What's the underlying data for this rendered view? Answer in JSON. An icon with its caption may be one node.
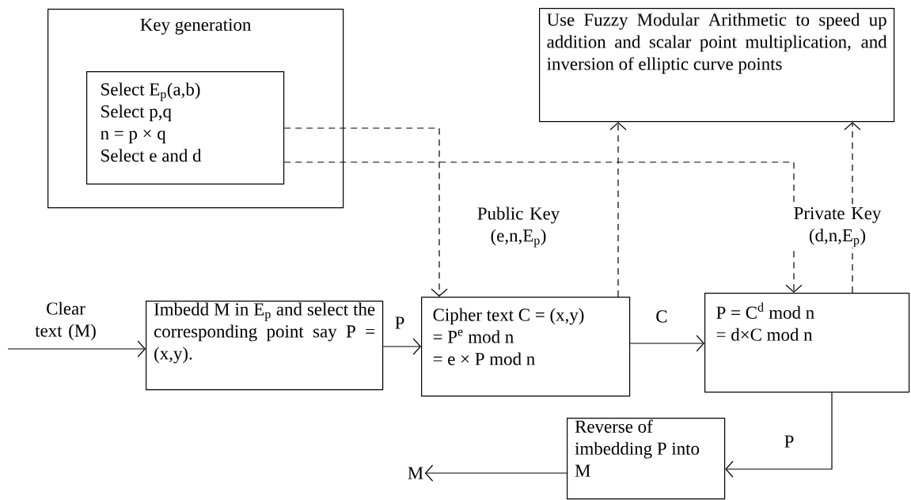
{
  "diagram": {
    "nodes": [
      {
        "text": [
          "Key generation"
        ]
      },
      {
        "text": [
          "Select E$_{p}$(a,b)",
          "Select p,q",
          "n = p × q",
          "Select e and d"
        ],
        "in": 0
      },
      {
        "text": [
          "Use Fuzzy Modular Arithmetic to speed up addition and scalar point multiplication, and inversion of elliptic curve points"
        ]
      },
      {
        "text": [
          "Imbedd M in E$_{p}$ and select the corresponding point say P = (x,y)."
        ]
      },
      {
        "text": [
          "Cipher text C = (x,y)",
          "= P$^{e}$ mod n",
          "= e × P mod n"
        ]
      },
      {
        "text": [
          "P = C$^{d}$ mod n",
          "= d×C mod n"
        ]
      },
      {
        "text": [
          "Reverse of imbedding P into M"
        ]
      },
      {
        "text": [
          "M"
        ]
      }
    ],
    "edges": [
      {
        "from": null,
        "to": 3,
        "arrow": "to",
        "label": "Clear text (M)"
      },
      {
        "from": 3,
        "to": 4,
        "arrow": "to",
        "label": "P"
      },
      {
        "from": 4,
        "to": 5,
        "arrow": "to",
        "label": "C"
      },
      {
        "from": 5,
        "to": 6,
        "arrow": "to",
        "label": "P"
      },
      {
        "from": 6,
        "to": 7,
        "arrow": "to"
      },
      {
        "from": 1,
        "to": 4,
        "arrow": "to",
        "style": "dashed"
      },
      {
        "from": 1,
        "to": 5,
        "arrow": "to",
        "style": "dashed"
      },
      {
        "from": 4,
        "to": 2,
        "arrow": "to",
        "style": "dashed"
      },
      {
        "from": 5,
        "to": 2,
        "arrow": "to",
        "style": "dashed"
      }
    ],
    "labels": [
      "Public Key (e,n,E$_{p}$)",
      "Private Key (d,n,E$_{p}$)"
    ]
  }
}
